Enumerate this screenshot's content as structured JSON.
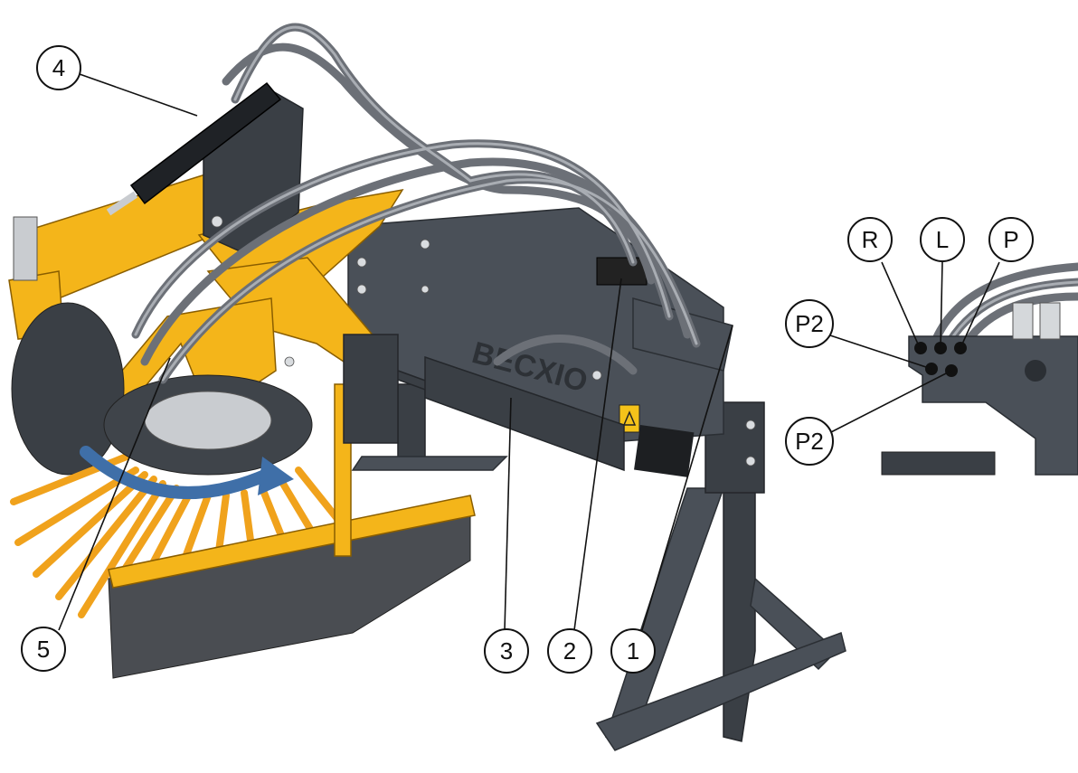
{
  "callouts_main": [
    {
      "id": "callout-1",
      "label": "1"
    },
    {
      "id": "callout-2",
      "label": "2"
    },
    {
      "id": "callout-3",
      "label": "3"
    },
    {
      "id": "callout-4",
      "label": "4"
    },
    {
      "id": "callout-5",
      "label": "5"
    }
  ],
  "callouts_detail": [
    {
      "id": "callout-r",
      "label": "R"
    },
    {
      "id": "callout-l",
      "label": "L"
    },
    {
      "id": "callout-p",
      "label": "P"
    },
    {
      "id": "callout-p2-upper",
      "label": "P2"
    },
    {
      "id": "callout-p2-lower",
      "label": "P2"
    }
  ],
  "brand_text": "BECXIO",
  "colors": {
    "frame": "#4a5058",
    "arm": "#f4b51a",
    "bristles": "#f0a21c",
    "hose": "#6c7077",
    "rotation_arrow": "#3f6fa8"
  },
  "icons": [
    "rotation-arrow-icon",
    "warning-decal-icon"
  ]
}
